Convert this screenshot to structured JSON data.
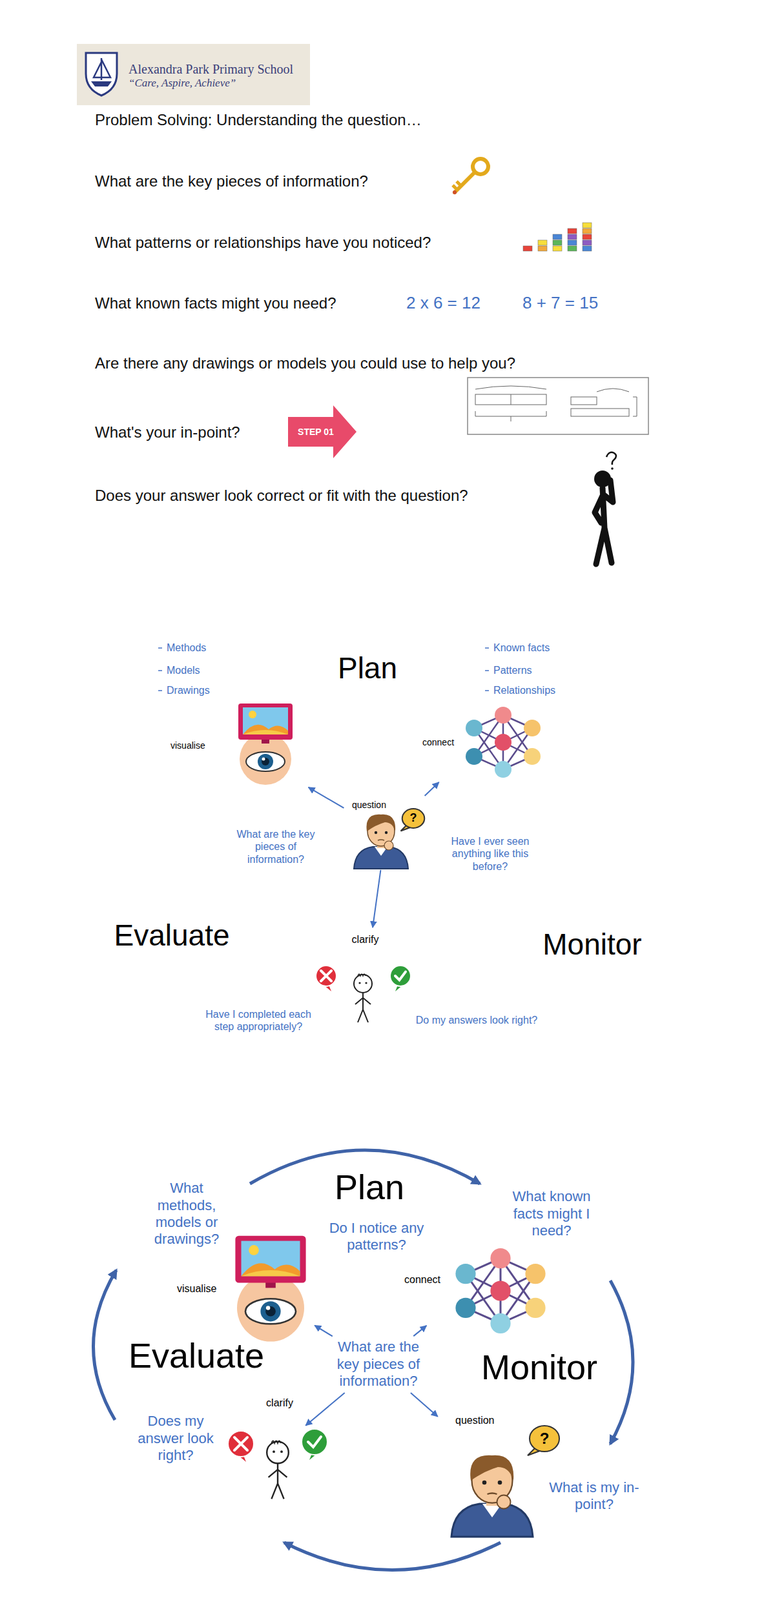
{
  "diagram": {
    "nodes": [
      {
        "text": [
          "Alexandra Park Primary School",
          "“Care, Aspire, Achieve”"
        ]
      },
      {
        "text": [
          "STEP 01"
        ]
      },
      {
        "text": [
          "visualise"
        ]
      },
      {
        "text": [
          "connect"
        ]
      },
      {
        "text": [
          "question"
        ]
      },
      {
        "text": [
          "clarify"
        ]
      },
      {
        "text": [
          "What are the key pieces of information?"
        ]
      },
      {
        "text": [
          "visualise"
        ]
      },
      {
        "text": [
          "connect"
        ]
      },
      {
        "text": [
          "clarify"
        ]
      },
      {
        "text": [
          "question"
        ]
      }
    ],
    "edges": [
      {
        "from": 4,
        "to": 2,
        "arrow": "to"
      },
      {
        "from": 4,
        "to": 3,
        "arrow": "to"
      },
      {
        "from": 4,
        "to": 5,
        "arrow": "to"
      },
      {
        "from": 6,
        "to": 7,
        "arrow": "to"
      },
      {
        "from": 6,
        "to": 8,
        "arrow": "to"
      },
      {
        "from": 6,
        "to": 9,
        "arrow": "to"
      },
      {
        "from": 6,
        "to": 10,
        "arrow": "to"
      }
    ],
    "labels": [
      "Problem Solving: Understanding the question…",
      "What are the key pieces of information?",
      "What patterns or relationships have you noticed?",
      "What known facts might you need?",
      "2 x 6 = 12",
      "8 + 7 = 15",
      "Are there any drawings or models you could use to help you?",
      "What's your in-point?",
      "Does your answer look correct or fit with the question?",
      "Plan",
      "Methods",
      "Models",
      "Drawings",
      "Known facts",
      "Patterns",
      "Relationships",
      "What are the key pieces of information?",
      "?",
      "Have I ever seen anything like this before?",
      "Evaluate",
      "Monitor",
      "Have I completed each step appropriately?",
      "Do my answers look right?",
      "Plan",
      "What methods, models or drawings?",
      "Do I notice any patterns?",
      "What known facts might I need?",
      "Evaluate",
      "Monitor",
      "Does my answer look right?",
      "?",
      "What is my in-point?"
    ]
  }
}
